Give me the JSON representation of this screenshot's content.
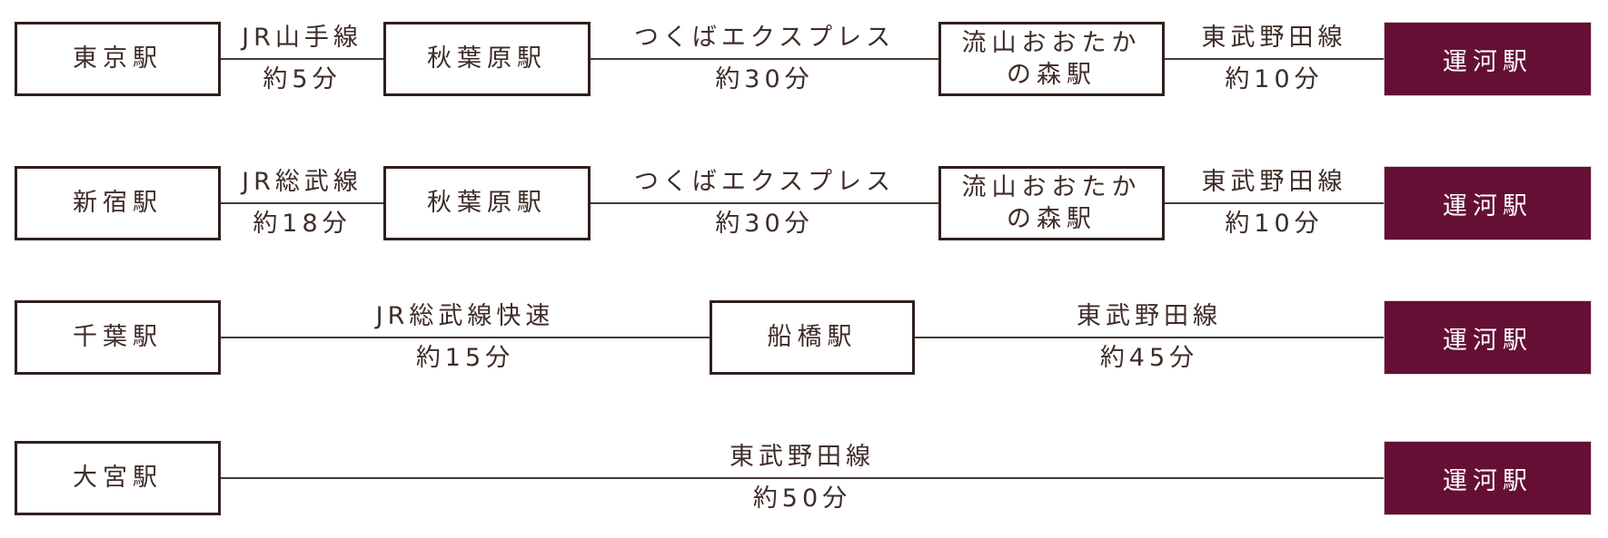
{
  "diagram": {
    "type": "train-access-route-diagram",
    "destination": "運河駅",
    "colors": {
      "background": "#ffffff",
      "station_border": "#2f201c",
      "text": "#3e2d28",
      "track_line": "#473a35",
      "terminal_background": "#650f35",
      "terminal_text": "#ffffff"
    },
    "rows": [
      {
        "nodes": {
          "origin": "東京駅",
          "leg1": {
            "line": "JR山手線",
            "time": "約5分"
          },
          "via1": "秋葉原駅",
          "leg2": {
            "line": "つくばエクスプレス",
            "time": "約30分"
          },
          "via2": {
            "line1": "流山おおたか",
            "line2": "の森駅"
          },
          "leg3": {
            "line": "東武野田線",
            "time": "約10分"
          },
          "terminal": "運河駅"
        }
      },
      {
        "nodes": {
          "origin": "新宿駅",
          "leg1": {
            "line": "JR総武線",
            "time": "約18分"
          },
          "via1": "秋葉原駅",
          "leg2": {
            "line": "つくばエクスプレス",
            "time": "約30分"
          },
          "via2": {
            "line1": "流山おおたか",
            "line2": "の森駅"
          },
          "leg3": {
            "line": "東武野田線",
            "time": "約10分"
          },
          "terminal": "運河駅"
        }
      },
      {
        "nodes": {
          "origin": "千葉駅",
          "leg1": {
            "line": "JR総武線快速",
            "time": "約15分"
          },
          "via1": "船橋駅",
          "leg2": {
            "line": "東武野田線",
            "time": "約45分"
          },
          "terminal": "運河駅"
        }
      },
      {
        "nodes": {
          "origin": "大宮駅",
          "leg1": {
            "line": "東武野田線",
            "time": "約50分"
          },
          "terminal": "運河駅"
        }
      }
    ]
  }
}
